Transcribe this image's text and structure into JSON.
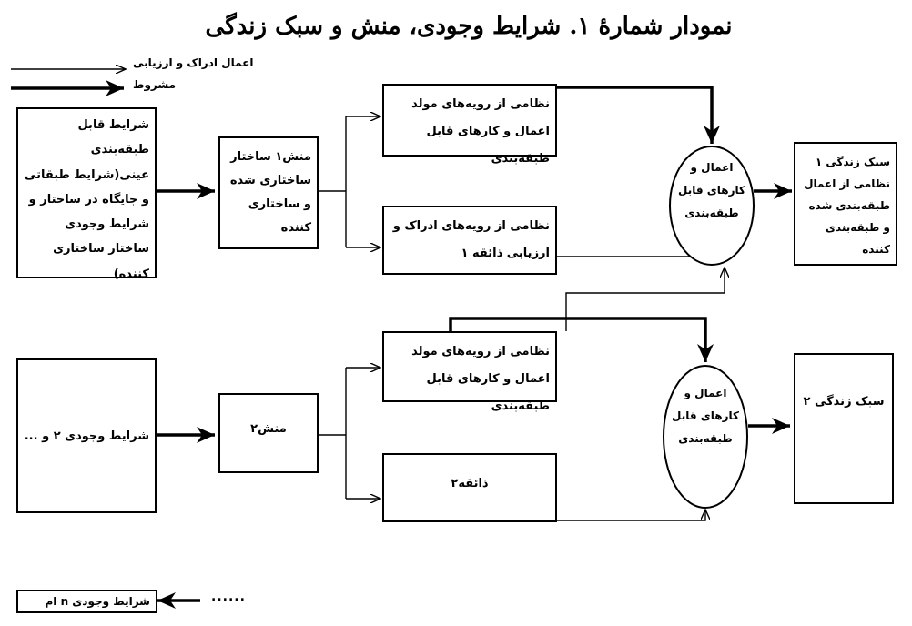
{
  "title": "نمودار شمارهٔ ۱. شرایط وجودی، منش و سبک زندگی",
  "legend": {
    "thin_label": "اعمال ادراک و ارزیابی",
    "thick_label": "مشروط"
  },
  "upper": {
    "conditions": "شرایط قابل طبقه‌بندی عینی(شرایط طبقاتی و جایگاه در ساختار و شرایط وجودی ساختار ساختاری کننده)",
    "habitus": "منش۱ ساختار ساختاری شده و ساختاری کننده",
    "generative_system": "نظامی از رویه‌های مولد اعمال و کارهای قابل طبقه‌بندی",
    "taste_system": "نظامی از رویه‌های ادراک و ارزیابی ذائقه ۱",
    "practices": "اعمال و کارهای قابل طبقه‌بندی",
    "lifestyle": "سبک زندگی ۱ نظامی از اعمال طبقه‌بندی شده و طبقه‌بندی کننده"
  },
  "lower": {
    "conditions": "شرایط وجودی ۲ و ...",
    "habitus": "منش۲",
    "generative_system": "نظامی از رویه‌های مولد اعمال و کارهای قابل طبقه‌بندی",
    "taste_system": "ذائقه۲",
    "practices": "اعمال و کارهای قابل طبقه‌بندی",
    "lifestyle": "سبک زندگی ۲"
  },
  "bottom": {
    "dots": "......",
    "conditions_n": "شرایط وجودی n ام"
  }
}
